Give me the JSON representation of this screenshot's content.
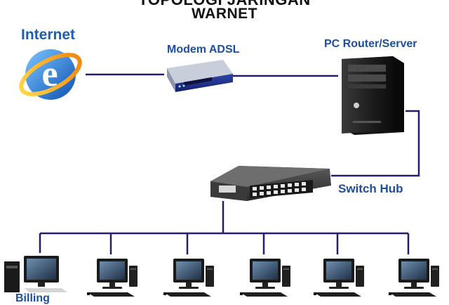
{
  "title": {
    "line1": "TOPOLOGI JARINGAN",
    "line2": "WARNET"
  },
  "nodes": {
    "internet": "Internet",
    "modem": "Modem ADSL",
    "router": "PC Router/Server",
    "switch": "Switch Hub",
    "billing": "Billing"
  },
  "colors": {
    "link_line": "#2b1b6b",
    "label_blue": "#1c4fa0"
  },
  "icons": [
    "internet-explorer-icon",
    "adsl-modem-icon",
    "server-tower-icon",
    "switch-hub-icon",
    "workstation-icon"
  ]
}
